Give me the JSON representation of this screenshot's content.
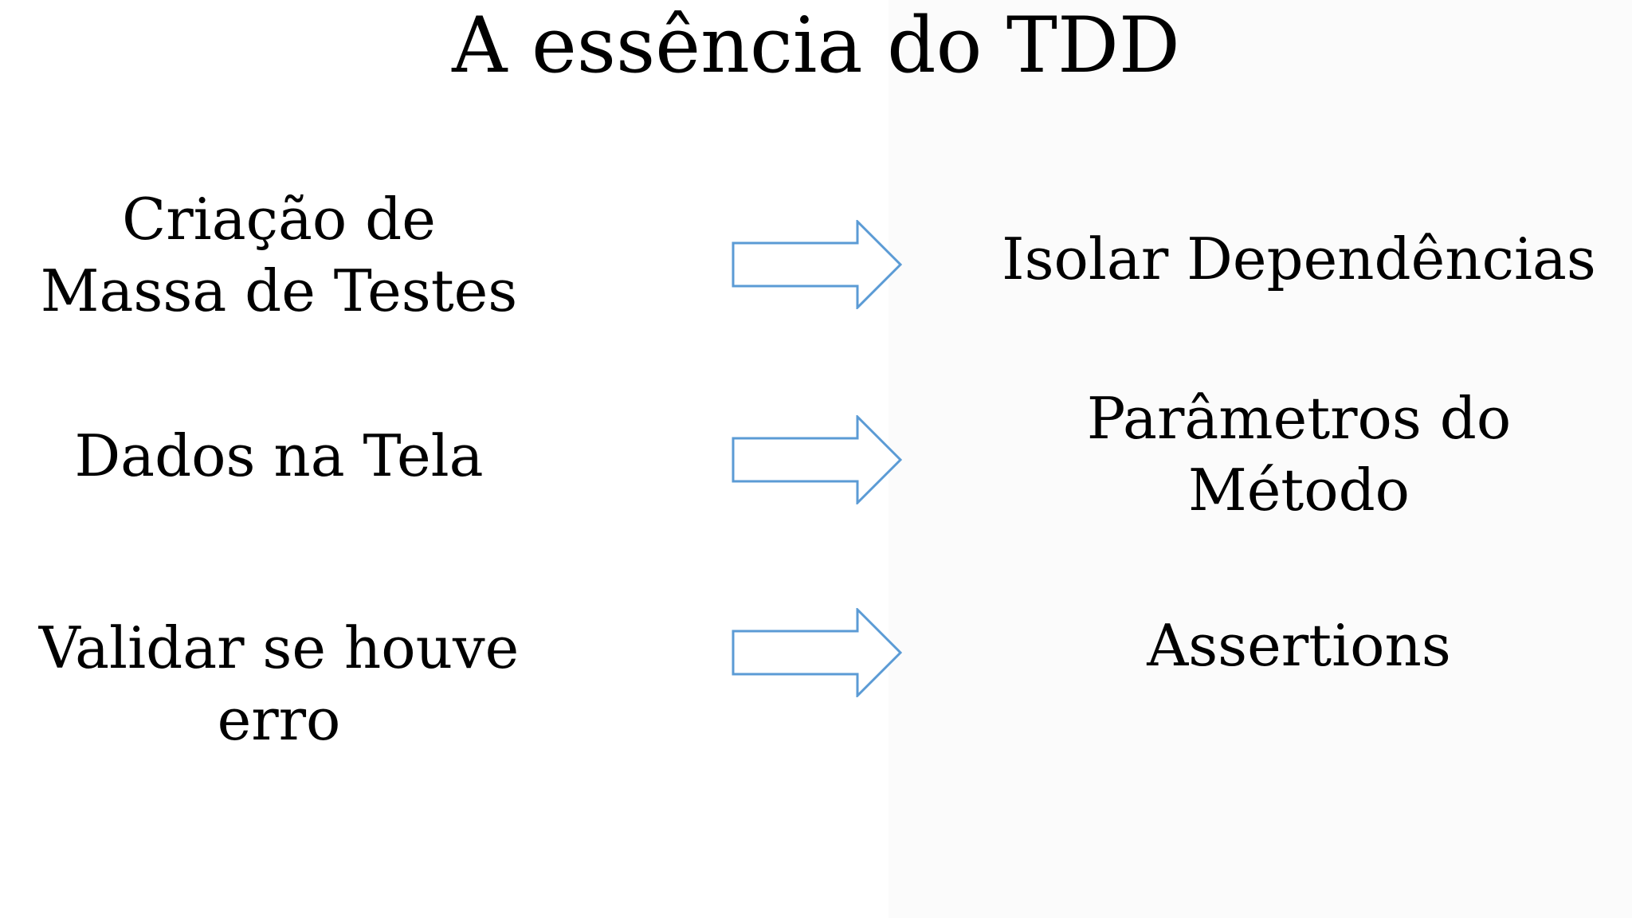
{
  "slide": {
    "title": "A essência do TDD",
    "rows": [
      {
        "left_lines": [
          "Criação de",
          "Massa de Testes"
        ],
        "right_lines": [
          "Isolar Dependências"
        ]
      },
      {
        "left_lines": [
          "Dados na Tela"
        ],
        "right_lines": [
          "Parâmetros do",
          "Método"
        ]
      },
      {
        "left_lines": [
          "Validar se houve",
          "erro"
        ],
        "right_lines": [
          "Assertions"
        ]
      }
    ],
    "colors": {
      "arrow_stroke": "#5b9bd5",
      "arrow_fill": "#ffffff",
      "text": "#000000",
      "background": "#ffffff"
    }
  }
}
